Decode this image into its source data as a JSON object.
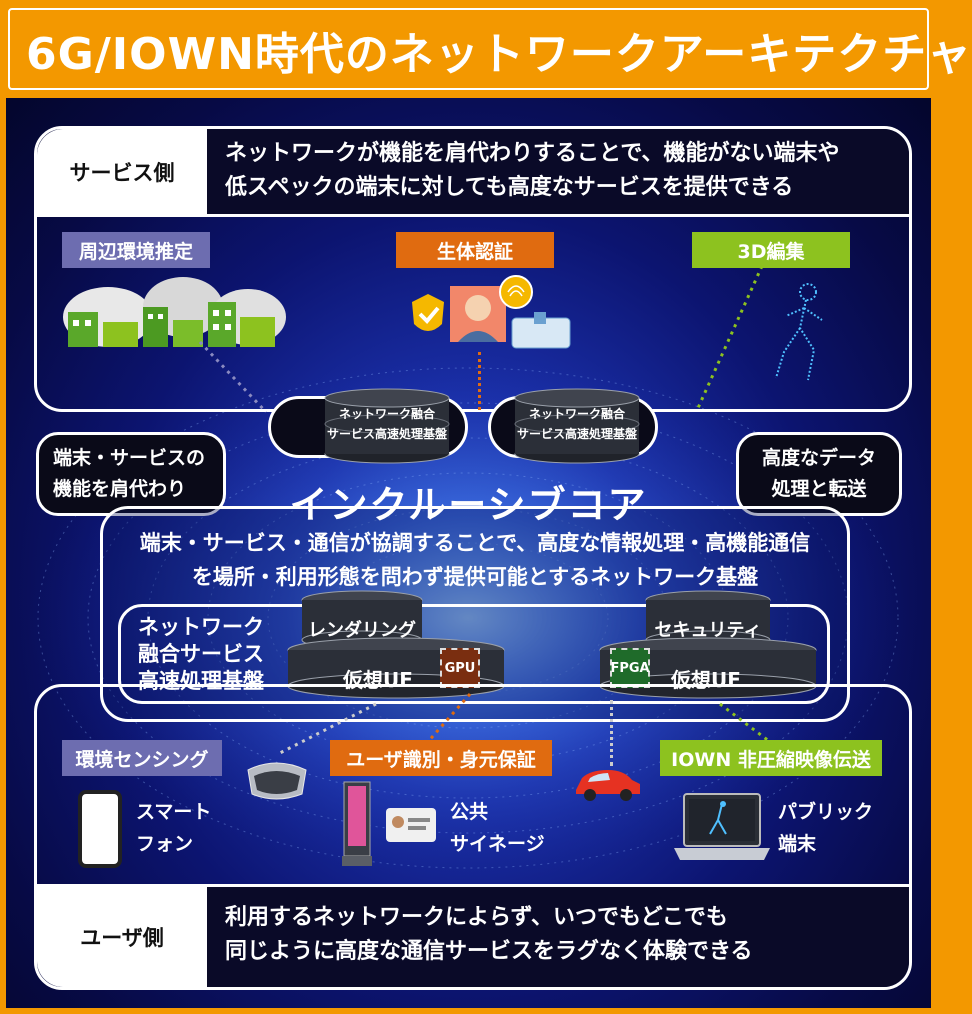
{
  "header": {
    "title": "6G/IOWN時代のネットワークアーキテクチャ"
  },
  "service_side": {
    "label": "サービス側",
    "text_line1": "ネットワークが機能を肩代わりすることで、機能がない端末や",
    "text_line2": "低スペックの端末に対しても高度なサービスを提供できる",
    "tags": [
      {
        "label": "周辺環境推定",
        "color": "#6d6db0"
      },
      {
        "label": "生体認証",
        "color": "#e06b10"
      },
      {
        "label": "3D編集",
        "color": "#8dc21f"
      }
    ],
    "db_left_line1": "ネットワーク融合",
    "db_left_line2": "サービス高速処理基盤",
    "db_right_line1": "ネットワーク融合",
    "db_right_line2": "サービス高速処理基盤"
  },
  "bubbles": {
    "left_line1": "端末・サービスの",
    "left_line2": "機能を肩代わり",
    "right_line1": "高度なデータ",
    "right_line2": "処理と転送"
  },
  "core": {
    "title": "インクルーシブコア",
    "desc_line1": "端末・サービス・通信が協調することで、高度な情報処理・高機能通信",
    "desc_line2": "を場所・利用形態を問わず提供可能とするネットワーク基盤",
    "net_label_line1": "ネットワーク",
    "net_label_line2": "融合サービス",
    "net_label_line3": "高速処理基盤",
    "left_stack_top": "レンダリング",
    "left_stack_bottom": "仮想UE",
    "left_chip": "GPU",
    "right_stack_top": "セキュリティ",
    "right_stack_bottom": "仮想UE",
    "right_chip": "FPGA"
  },
  "user_side": {
    "label": "ユーザ側",
    "text_line1": "利用するネットワークによらず、いつでもどこでも",
    "text_line2": "同じように高度な通信サービスをラグなく体験できる",
    "tags": [
      {
        "label": "環境センシング",
        "color": "#6d6db0"
      },
      {
        "label": "ユーザ識別・身元保証",
        "color": "#e06b10"
      },
      {
        "label": "IOWN 非圧縮映像伝送",
        "color": "#8dc21f"
      }
    ],
    "devices": {
      "smartphone_line1": "スマート",
      "smartphone_line2": "フォン",
      "signage_line1": "公共",
      "signage_line2": "サイネージ",
      "public_terminal_line1": "パブリック",
      "public_terminal_line2": "端末"
    }
  },
  "colors": {
    "orange": "#f39800",
    "purple_tag": "#6d6db0",
    "orange_tag": "#e06b10",
    "green_tag": "#8dc21f",
    "background_blue": "#1a2fa8"
  }
}
